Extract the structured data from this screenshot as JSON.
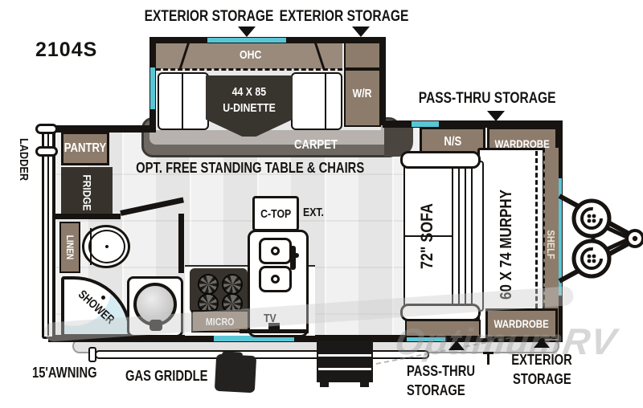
{
  "model": "2104S",
  "top_labels": {
    "exterior_storage_1": "EXTERIOR STORAGE",
    "exterior_storage_2": "EXTERIOR STORAGE",
    "pass_thru_storage": "PASS-THRU STORAGE"
  },
  "slide_out": {
    "ohc": "OHC",
    "dinette_line1": "44 X 85",
    "dinette_line2": "U-DINETTE",
    "wardrobe_robe": "W/R",
    "carpet": "CARPET"
  },
  "living_area": {
    "option_note": "OPT. FREE STANDING TABLE & CHAIRS",
    "countertop": "C-TOP",
    "countertop_ext": "EXT.",
    "tv": "TV",
    "micro": "MICRO"
  },
  "rear_left": {
    "ladder": "LADDER",
    "pantry": "PANTRY",
    "fridge": "FRIDGE",
    "linen": "LINEN",
    "shower": "SHOWER"
  },
  "bedroom": {
    "nightstand": "N/S",
    "wardrobe_top": "WARDROBE",
    "wardrobe_bottom": "WARDROBE",
    "sofa": "72\" SOFA",
    "murphy_bed": "60 X 74 MURPHY",
    "shelf": "SHELF"
  },
  "bottom_labels": {
    "awning": "15'AWNING",
    "gas_griddle": "GAS GRIDDLE",
    "pass_thru_line1": "PASS-THRU",
    "pass_thru_line2": "STORAGE",
    "exterior_line1": "EXTERIOR",
    "exterior_line2": "STORAGE"
  },
  "watermark": "OptimumRV",
  "colors": {
    "cabinet_brown": "#8d7c6c",
    "ohc_brown": "#9a8a7b",
    "dark_fixture": "#37332c",
    "window_cyan": "#59c6d6",
    "shower_blue": "#d6ecf3",
    "floor_gray": "#ececec",
    "wall_black": "#161310",
    "watermark_gray": "#9b9b9b"
  }
}
